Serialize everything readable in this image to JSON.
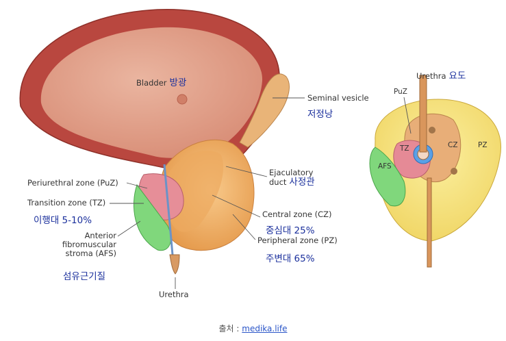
{
  "left": {
    "bladder": "Bladder",
    "bladder_ko": "방광",
    "seminal": "Seminal vesicle",
    "seminal_ko": "저정낭",
    "ejac1": "Ejaculatory",
    "ejac2": "duct",
    "ejac_ko": "사정관",
    "puz": "Periurethral zone (PuZ)",
    "tz": "Transition zone (TZ)",
    "tz_ko": "이행대 5-10%",
    "afs1": "Anterior",
    "afs2": "fibromuscular",
    "afs3": "stroma (AFS)",
    "afs_ko": "섬유근기질",
    "cz": "Central zone (CZ)",
    "cz_ko": "중심대 25%",
    "pz": "Peripheral zone (PZ)",
    "pz_ko": "주변대 65%",
    "urethra": "Urethra"
  },
  "right": {
    "urethra": "Urethra",
    "urethra_ko": "요도",
    "puz": "PuZ",
    "tz": "TZ",
    "cz": "CZ",
    "pz": "PZ",
    "afs": "AFS"
  },
  "credit": {
    "prefix": "출처 :",
    "link": "medika.life"
  },
  "colors": {
    "bladder_wall": "#c0544a",
    "bladder_inner": "#e3a48e",
    "prostate_orange": "#f2b56e",
    "transition_pink": "#e58a96",
    "afs_green": "#7fd67a",
    "pz_yellow": "#f5e27a",
    "cz_tan": "#e8b07a",
    "label_blue": "#1a2f9c"
  }
}
